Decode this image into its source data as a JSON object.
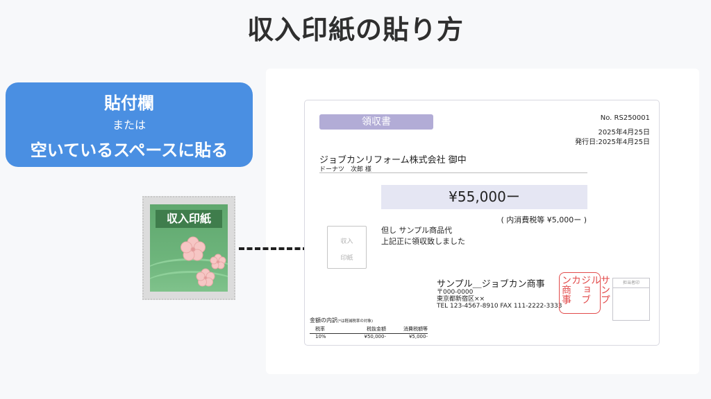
{
  "title": "収入印紙の貼り方",
  "callout": {
    "line1": "貼付欄",
    "line2": "または",
    "line3": "空いているスペースに貼る",
    "color": "#4a8fe2"
  },
  "stamp_illustration": {
    "label": "収入印紙",
    "icon": "cherry-blossom-stamp"
  },
  "arrow": {
    "icon": "dashed-arrow-right"
  },
  "receipt": {
    "title": "領収書",
    "number": "No. RS250001",
    "date": "2025年4月25日",
    "issue_date": "発行日:2025年4月25日",
    "addressee": "ジョブカンリフォーム株式会社 御中",
    "person": "ドーナツ　次郎 様",
    "amount": "¥55,000ー",
    "tax_note": "( 内消費税等 ¥5,000ー )",
    "stamp_box": {
      "line1": "収入",
      "line2": "印紙"
    },
    "memo_line1": "但し サンプル商品代",
    "memo_line2": "上記正に領収致しました",
    "issuer": {
      "company": "サンプル＿ジョブカン商事",
      "postal": "〒000-0000",
      "address": "東京都新宿区××",
      "contact": "TEL 123-4567-8910 FAX 111-2222-3333"
    },
    "seal": {
      "col1": "サンプル",
      "col2": "ジョブカ",
      "col3": "ン商事",
      "color": "#e24a4a"
    },
    "in_charge_label": "担当者印",
    "breakdown": {
      "title": "金額の内訳",
      "note": "(*は軽減税率の対象)",
      "headers": [
        "税率",
        "税抜金額",
        "消費税額等"
      ],
      "rows": [
        [
          "10%",
          "¥50,000-",
          "¥5,000-"
        ]
      ]
    }
  }
}
